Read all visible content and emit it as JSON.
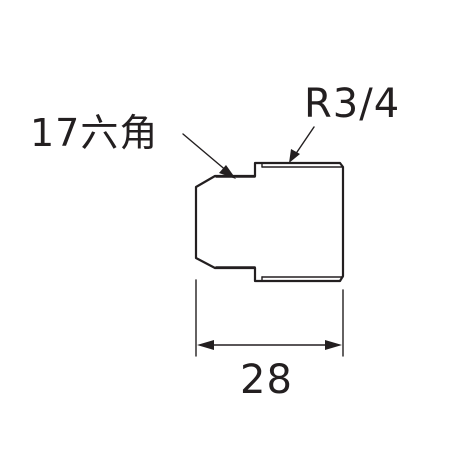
{
  "labels": {
    "hex_size": "17六角",
    "thread_size": "R3/4",
    "length": "28"
  },
  "colors": {
    "line": "#231f20",
    "background": "#ffffff"
  }
}
